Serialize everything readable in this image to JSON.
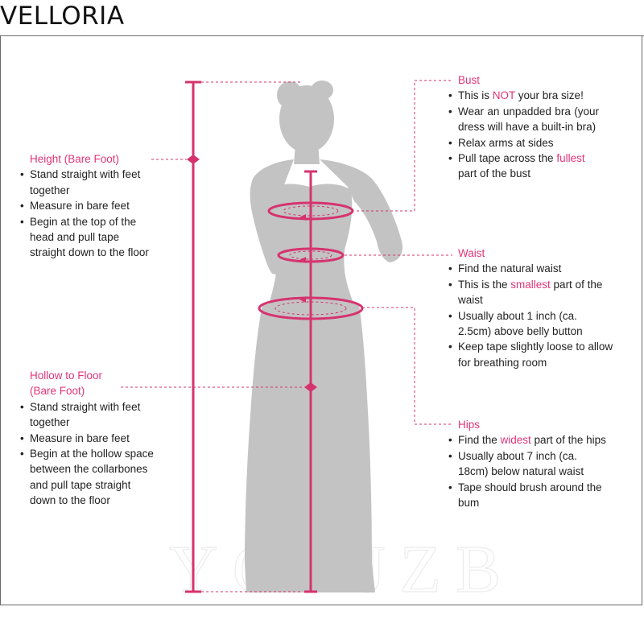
{
  "brand": "VELLORIA",
  "watermark": "YGHJZB",
  "colors": {
    "accent": "#e0357a",
    "silhouette": "#c3c3c3",
    "text": "#222222"
  },
  "height": {
    "heading": "Height (Bare Foot)",
    "items": [
      "Stand straight with feet together",
      "Measure in bare feet",
      "Begin at the top of the head and pull tape straight down to the floor"
    ]
  },
  "hollow": {
    "heading_line1": "Hollow to Floor",
    "heading_line2": "(Bare Foot)",
    "items": [
      "Stand straight with feet together",
      "Measure in bare feet",
      "Begin at the hollow space between the collarbones and pull tape straight down to the floor"
    ]
  },
  "bust": {
    "heading": "Bust",
    "item1_pre": "This is ",
    "item1_hl": "NOT",
    "item1_post": " your bra size!",
    "item2": "Wear an unpadded bra (your dress will have a built-in bra)",
    "item3": "Relax arms at sides",
    "item4_pre": "Pull tape across the ",
    "item4_hl": "fullest",
    "item4_post": " part of the bust"
  },
  "waist": {
    "heading": "Waist",
    "item1": "Find the natural waist",
    "item2_pre": "This is the ",
    "item2_hl": "smallest",
    "item2_post": " part of the waist",
    "item3": "Usually about 1 inch (ca. 2.5cm) above belly button",
    "item4": "Keep tape slightly loose to allow for breathing room"
  },
  "hips": {
    "heading": "Hips",
    "item1_pre": "Find the ",
    "item1_hl": "widest",
    "item1_post": " part of the hips",
    "item2": "Usually about 7 inch (ca. 18cm) below natural waist",
    "item3": "Tape should brush around the bum"
  }
}
